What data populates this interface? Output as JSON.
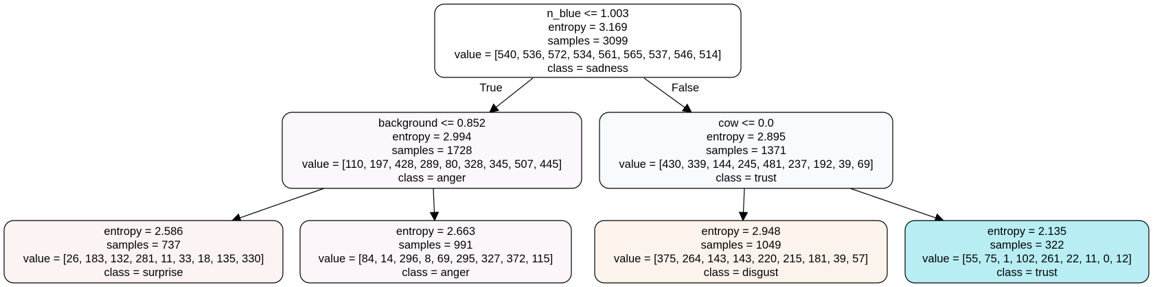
{
  "nodes": [
    {
      "id": "root",
      "fill": "#ffffff",
      "lines": [
        "n_blue <= 1.003",
        "entropy = 3.169",
        "samples = 3099",
        "value = [540, 536, 572, 534, 561, 565, 537, 546, 514]",
        "class = sadness"
      ]
    },
    {
      "id": "left",
      "fill": "#fcf7fc",
      "lines": [
        "background <= 0.852",
        "entropy = 2.994",
        "samples = 1728",
        "value = [110, 197, 428, 289, 80, 328, 345, 507, 445]",
        "class = anger"
      ]
    },
    {
      "id": "right",
      "fill": "#f7fbfd",
      "lines": [
        "cow <= 0.0",
        "entropy = 2.895",
        "samples = 1371",
        "value = [430, 339, 144, 245, 481, 237, 192, 39, 69]",
        "class = trust"
      ]
    },
    {
      "id": "leaf1",
      "fill": "#fcf3f3",
      "lines": [
        "entropy = 2.586",
        "samples = 737",
        "value = [26, 183, 132, 281, 11, 33, 18, 135, 330]",
        "class = surprise"
      ]
    },
    {
      "id": "leaf2",
      "fill": "#fcf6fb",
      "lines": [
        "entropy = 2.663",
        "samples = 991",
        "value = [84, 14, 296, 8, 69, 295, 327, 372, 115]",
        "class = anger"
      ]
    },
    {
      "id": "leaf3",
      "fill": "#fcf3ec",
      "lines": [
        "entropy = 2.948",
        "samples = 1049",
        "value = [375, 264, 143, 143, 220, 215, 181, 39, 57]",
        "class = disgust"
      ]
    },
    {
      "id": "leaf4",
      "fill": "#b8eef3",
      "lines": [
        "entropy = 2.135",
        "samples = 322",
        "value = [55, 75, 1, 102, 261, 22, 11, 0, 12]",
        "class = trust"
      ]
    }
  ],
  "edges": [
    {
      "from": "root",
      "to": "left",
      "label": "True"
    },
    {
      "from": "root",
      "to": "right",
      "label": "False"
    },
    {
      "from": "left",
      "to": "leaf1",
      "label": ""
    },
    {
      "from": "left",
      "to": "leaf2",
      "label": ""
    },
    {
      "from": "right",
      "to": "leaf3",
      "label": ""
    },
    {
      "from": "right",
      "to": "leaf4",
      "label": ""
    }
  ]
}
